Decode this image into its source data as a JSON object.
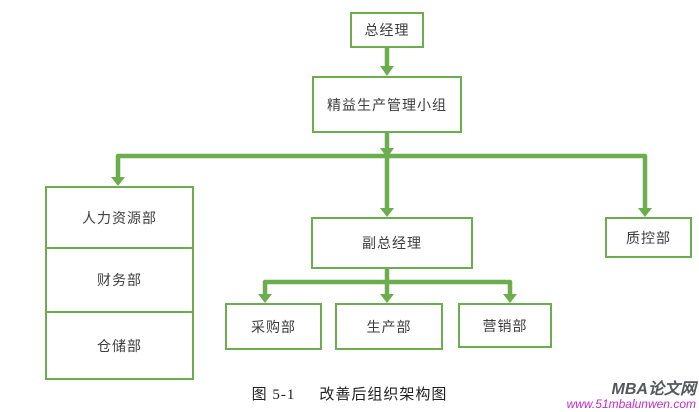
{
  "org_chart": {
    "type": "org-tree",
    "nodes": {
      "gm": "总经理",
      "lean_group": "精益生产管理小组",
      "hr": "人力资源部",
      "finance": "财务部",
      "warehouse": "仓储部",
      "deputy_gm": "副总经理",
      "qc": "质控部",
      "purchasing": "采购部",
      "production": "生产部",
      "marketing": "营销部"
    },
    "edges": [
      [
        "总经理",
        "精益生产管理小组"
      ],
      [
        "精益生产管理小组",
        "人力资源部"
      ],
      [
        "精益生产管理小组",
        "副总经理"
      ],
      [
        "精益生产管理小组",
        "质控部"
      ],
      [
        "副总经理",
        "采购部"
      ],
      [
        "副总经理",
        "生产部"
      ],
      [
        "副总经理",
        "营销部"
      ]
    ],
    "stacked_group": [
      "人力资源部",
      "财务部",
      "仓储部"
    ]
  },
  "caption": {
    "number": "图 5-1",
    "title": "改善后组织架构图"
  },
  "watermark": {
    "brand": "MBA论文网",
    "url": "www.51mbalunwen.com"
  },
  "colors": {
    "accent_green": "#6cae4e",
    "node_text": "#3d3d3d",
    "caption_text": "#1f1f1f",
    "watermark_brand": "#56575b",
    "watermark_url": "#c32cc9"
  }
}
